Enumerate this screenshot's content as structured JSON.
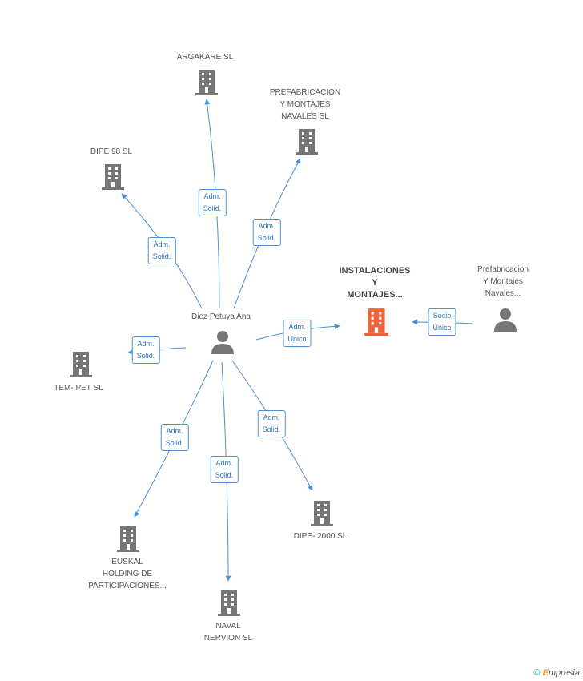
{
  "colors": {
    "building": "#767676",
    "building_focus": "#f0643c",
    "person": "#767676",
    "edge": "#4a8fd6"
  },
  "nodes": {
    "person_diez": {
      "label": "Diez Petuya Ana",
      "icon": "person-icon"
    },
    "argakare": {
      "label": "ARGAKARE SL",
      "icon": "building-icon"
    },
    "prefabricacion_navales": {
      "label": "PREFABRICACION\nY MONTAJES\nNAVALES SL",
      "icon": "building-icon"
    },
    "dipe98": {
      "label": "DIPE 98 SL",
      "icon": "building-icon"
    },
    "instalaciones": {
      "label": "INSTALACIONES\nY\nMONTAJES...",
      "icon": "building-icon"
    },
    "person_prefab": {
      "label": "Prefabricacion\nY Montajes\nNavales...",
      "icon": "person-icon"
    },
    "tempet": {
      "label": "TEM- PET SL",
      "icon": "building-icon"
    },
    "euskal": {
      "label": "EUSKAL\nHOLDING DE\nPARTICIPACIONES...",
      "icon": "building-icon"
    },
    "naval": {
      "label": "NAVAL\nNERVION SL",
      "icon": "building-icon"
    },
    "dipe2000": {
      "label": "DIPE- 2000 SL",
      "icon": "building-icon"
    }
  },
  "edges": {
    "to_argakare": "Adm.\nSolid.",
    "to_prefab_navales": "Adm.\nSolid.",
    "to_dipe98": "Adm.\nSolid.",
    "to_instalaciones": "Adm.\nUnico",
    "socio_unico": "Socio\nÚnico",
    "to_tempet": "Adm.\nSolid.",
    "to_euskal": "Adm.\nSolid.",
    "to_naval": "Adm.\nSolid.",
    "to_dipe2000": "Adm.\nSolid."
  },
  "footer": {
    "copyright": "©",
    "brand_e": "E",
    "brand_rest": "mpresia"
  }
}
